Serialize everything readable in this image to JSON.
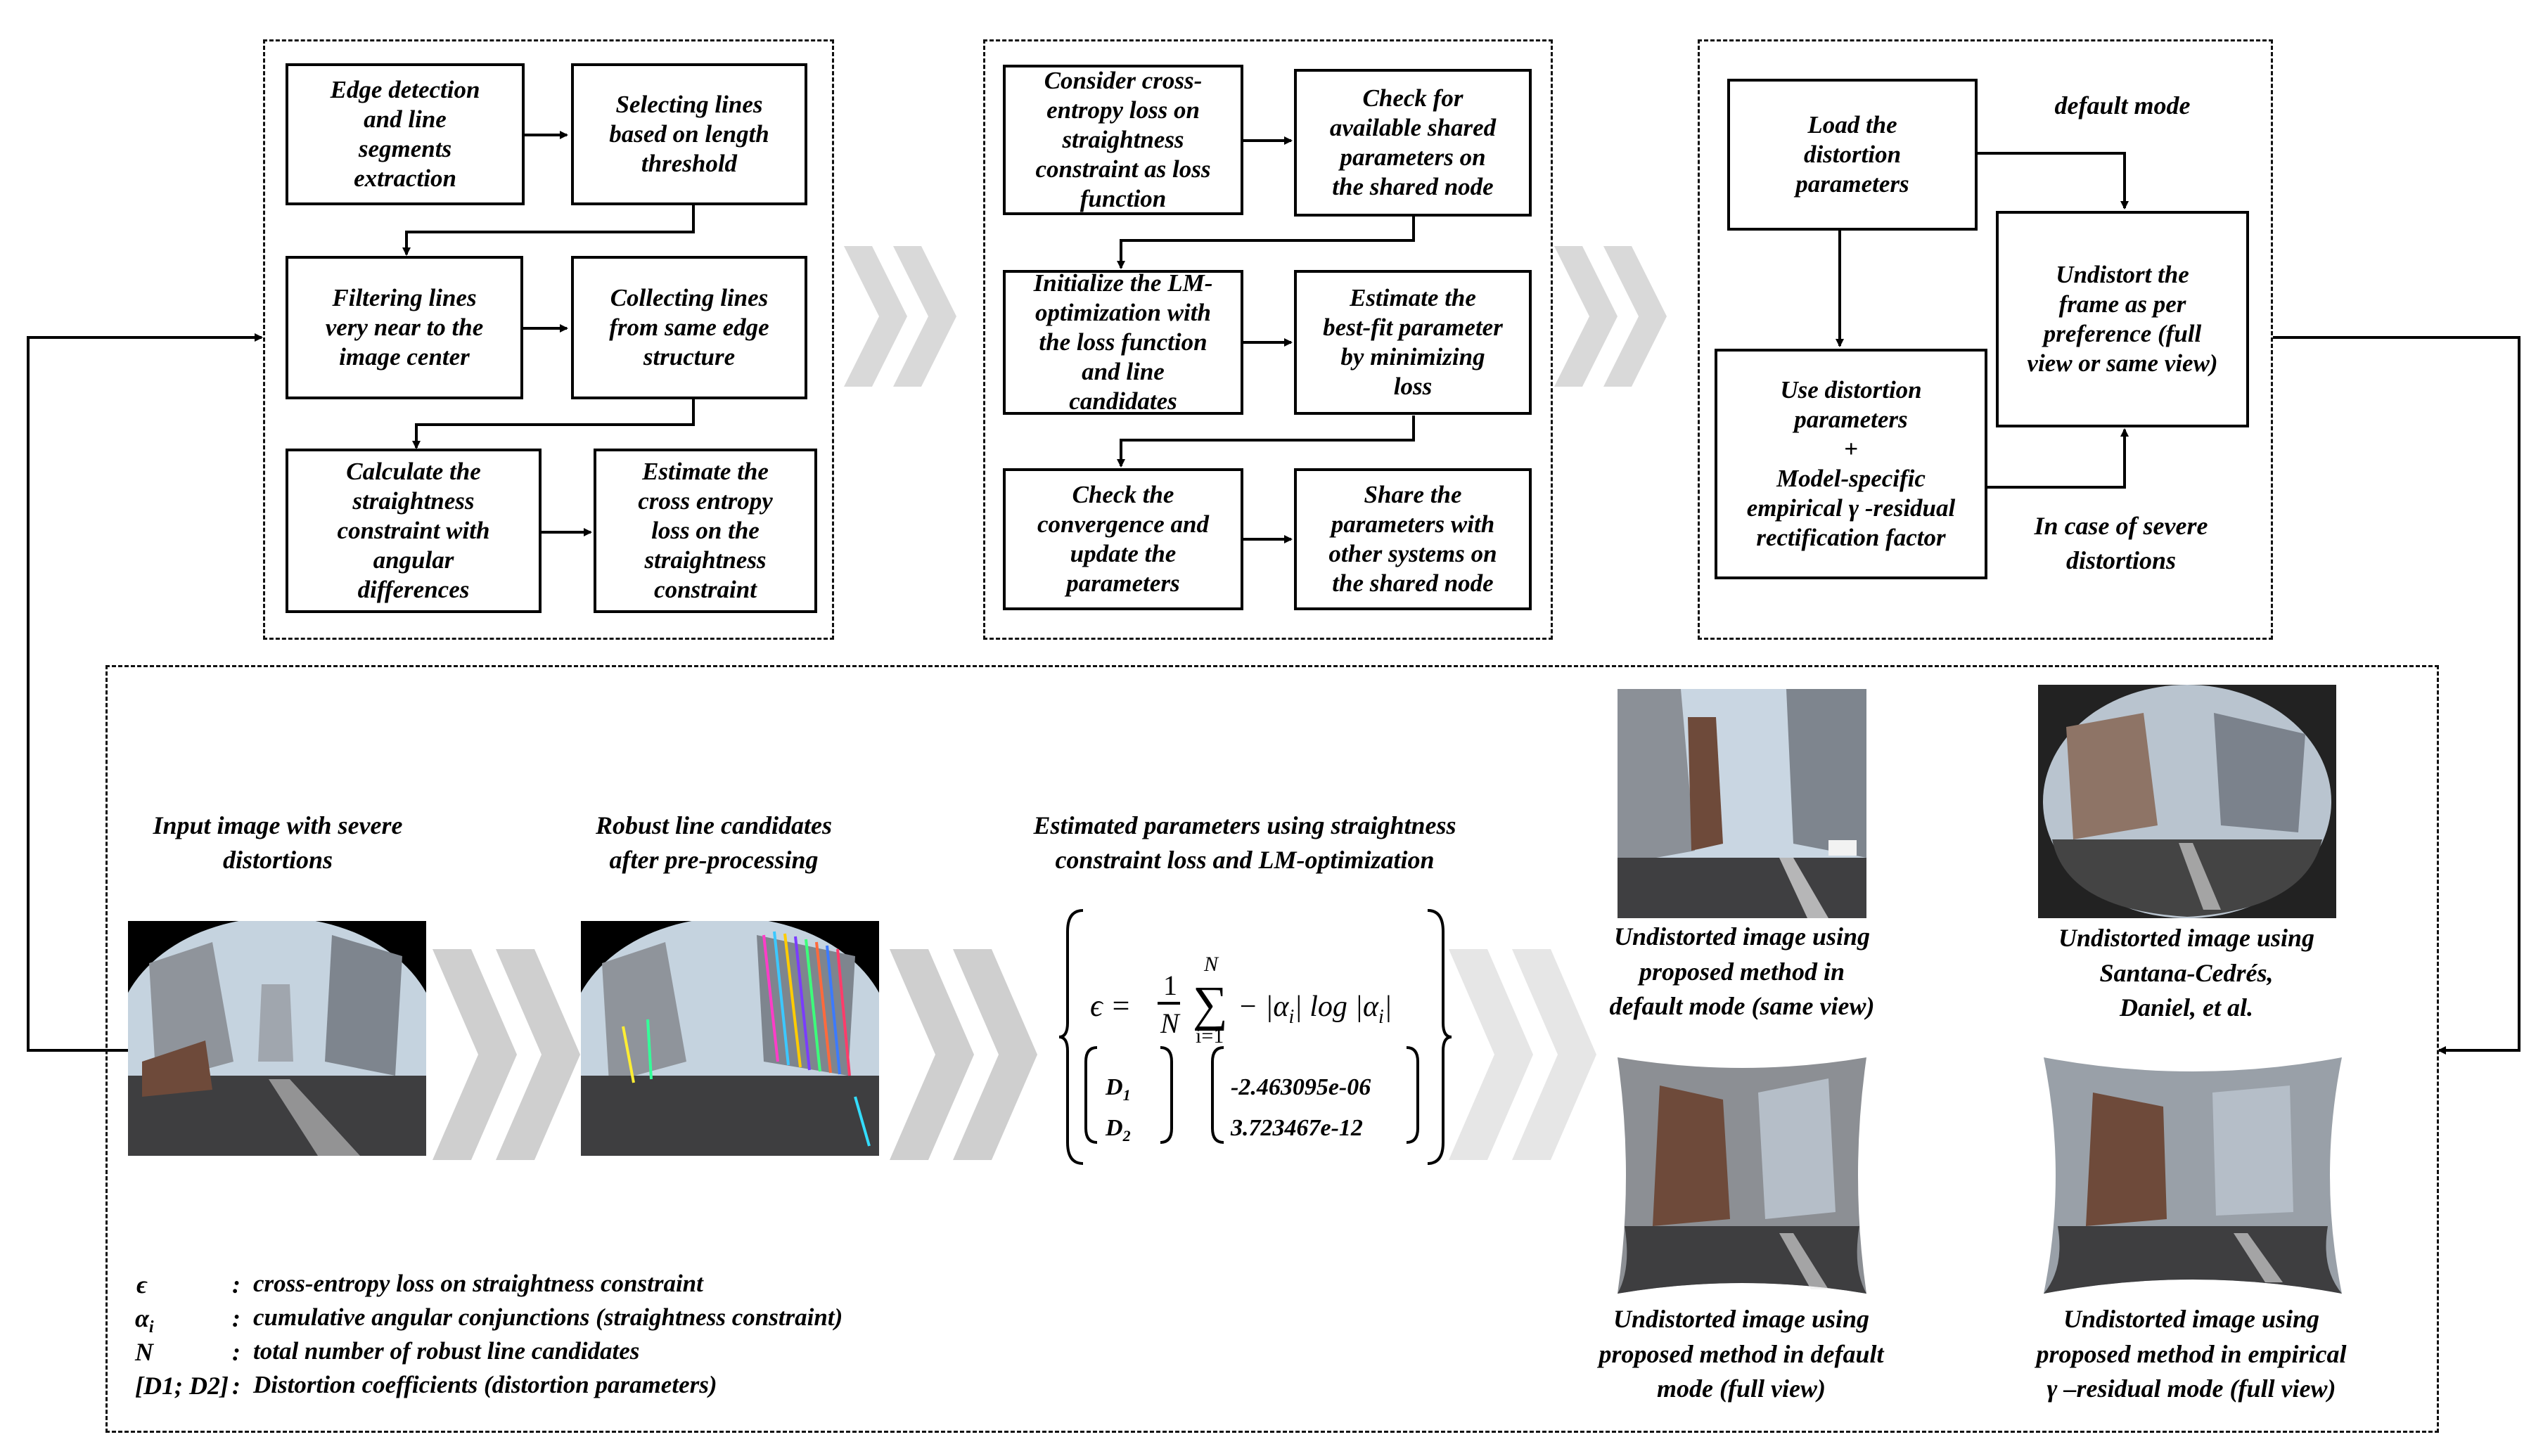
{
  "pipeline": {
    "stage1": {
      "boxes": [
        "Edge detection\nand line\nsegments\nextraction",
        "Selecting lines\nbased on length\nthreshold",
        "Filtering lines\nvery near to the\nimage center",
        "Collecting lines\nfrom same edge\nstructure",
        "Calculate the\nstraightness\nconstraint with\nangular\ndifferences",
        "Estimate the\ncross entropy\nloss on the\nstraightness\nconstraint"
      ]
    },
    "stage2": {
      "boxes": [
        "Consider cross-\nentropy loss on\nstraightness\nconstraint as loss\nfunction",
        "Check for\navailable shared\nparameters on\nthe shared node",
        "Initialize the LM-\noptimization with\nthe loss function\nand line\ncandidates",
        "Estimate the\nbest-fit parameter\nby minimizing\nloss",
        "Check the\nconvergence and\nupdate the\nparameters",
        "Share the\nparameters with\nother systems on\nthe shared node"
      ]
    },
    "stage3": {
      "boxes": [
        "Load the\ndistortion\nparameters",
        "Undistort the\nframe as per\npreference (full\nview or same view)",
        "Use distortion\nparameters\n+\nModel-specific\nempirical γ -residual\nrectification factor"
      ],
      "default_mode_label": "default mode",
      "severe_label": "In case of severe\ndistortions"
    }
  },
  "bottom": {
    "input_label": "Input image with severe\ndistortions",
    "robust_label": "Robust line candidates\nafter pre-processing",
    "estimated_label": "Estimated parameters using straightness\nconstraint loss and LM-optimization",
    "equation": {
      "lhs": "ϵ = ",
      "frac_num": "1",
      "frac_den": "N",
      "sum_top": "N",
      "sum_bottom": "i=1",
      "body": "− |α",
      "body_i": "i",
      "body_mid": "| log |α",
      "body_end": "|",
      "d1": "D",
      "d1_sub": "1",
      "d2": "D",
      "d2_sub": "2",
      "v1": "-2.463095e-06",
      "v2": "3.723467e-12"
    },
    "captions": {
      "same_view": "Undistorted image using\nproposed method in\ndefault mode (same view)",
      "santana": "Undistorted image using\nSantana-Cedrés,\nDaniel, et al.",
      "full_view": "Undistorted image using\nproposed method in default\nmode (full view)",
      "empirical": "Undistorted image using\nproposed method in empirical\nγ –residual mode (full view)"
    }
  },
  "legend": [
    {
      "sym": "ϵ",
      "sub": "",
      "desc": "cross-entropy loss on straightness constraint"
    },
    {
      "sym": "α",
      "sub": "i",
      "desc": "cumulative angular conjunctions (straightness constraint)"
    },
    {
      "sym": "N",
      "sub": "",
      "desc": "total number of robust line candidates"
    },
    {
      "sym": "[D",
      "sub": "",
      "desc": "Distortion coefficients (distortion parameters)"
    }
  ],
  "legend_d_sym": "[D1; D2]",
  "legend_colon": ":",
  "colors": {
    "line": "#000000",
    "chevron": "#d8d8d8",
    "sky": "#c9d6e2",
    "road": "#3d3d3d",
    "building": "#8a8f96"
  }
}
